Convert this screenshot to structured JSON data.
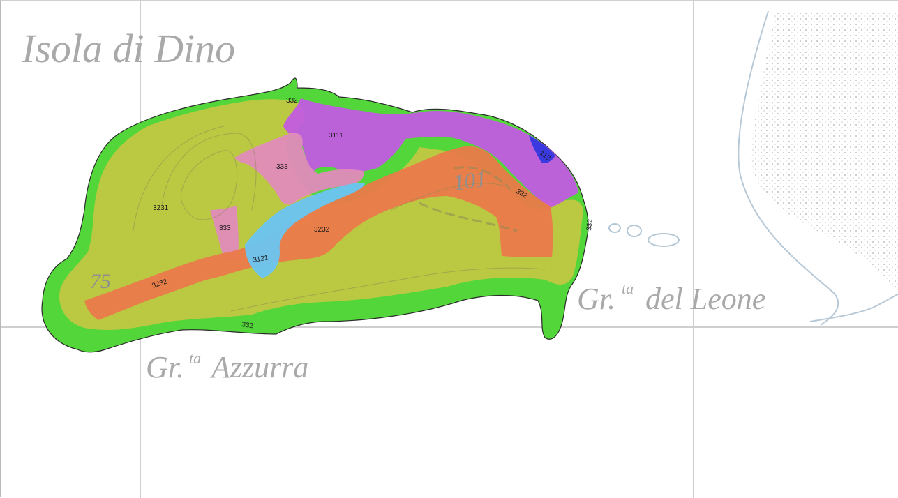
{
  "place_names": {
    "island": "Isola di Dino",
    "grotto_east_prefix": "Gr.",
    "grotto_east_sup": "ta",
    "grotto_east_name": "del Leone",
    "grotto_south_prefix": "Gr.",
    "grotto_south_sup": "ta",
    "grotto_south_name": "Azzurra"
  },
  "relief_labels": {
    "peak_east": "101",
    "peak_west": "75"
  },
  "land_cover_codes": {
    "coast_north": "332",
    "forest": "3111",
    "bare_center": "333",
    "bare_west": "333",
    "shrub_west": "3231",
    "shrub_south_west": "3232",
    "shrub_center": "3232",
    "forest_blue": "3121",
    "coast_east": "332",
    "coast_south": "332",
    "urban_east": "112",
    "coast_east_cliff": "332"
  },
  "colors": {
    "coastal_green": "#52d63a",
    "shrub_yellow": "#c3c842",
    "forest_magenta": "#c25ce0",
    "bare_pink": "#e08bbb",
    "shrub_orange": "#ea7a4a",
    "forest_blue": "#6cc3ee",
    "urban_blue": "#3a3ae0",
    "grid_line": "#c9c9c9",
    "sea_line": "#b3c6d4"
  }
}
